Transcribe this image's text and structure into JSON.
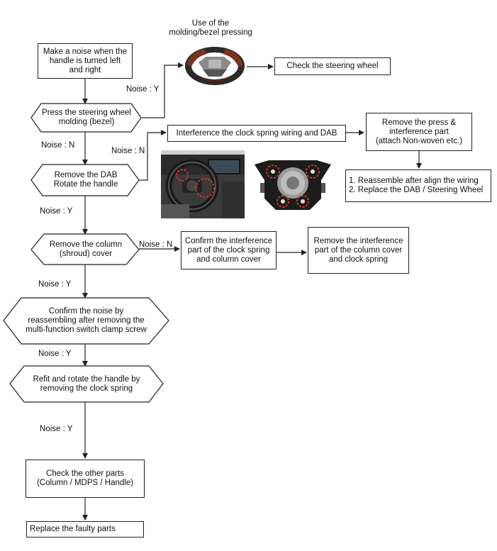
{
  "nodes": {
    "start": {
      "lines": [
        "Make a noise when the",
        "handle is turned left",
        "and right"
      ]
    },
    "press_molding": {
      "lines": [
        "Press the steering wheel",
        "molding (bezel)"
      ]
    },
    "remove_dab": {
      "lines": [
        "Remove the DAB",
        "Rotate the handle"
      ]
    },
    "remove_column": {
      "lines": [
        "Remove the column",
        "(shroud) cover"
      ]
    },
    "confirm_noise": {
      "lines": [
        "Confirm the noise by",
        "reassembling after removing the",
        "multi-function switch clamp screw"
      ]
    },
    "refit_rotate": {
      "lines": [
        "Refit and rotate the handle by",
        "removing the clock spring"
      ]
    },
    "check_other": {
      "lines": [
        "Check the other parts",
        "(Column / MDPS / Handle)"
      ]
    },
    "replace_faulty": {
      "lines": [
        "Replace the faulty parts"
      ]
    },
    "use_molding": {
      "lines": [
        "Use of the",
        "molding/bezel pressing"
      ]
    },
    "check_wheel": {
      "lines": [
        "Check the steering wheel"
      ]
    },
    "interference_dab": {
      "lines": [
        "Interference the clock spring wiring and DAB"
      ]
    },
    "remove_press": {
      "lines": [
        "Remove the press &",
        "interference part",
        "(attach Non-woven etc.)"
      ]
    },
    "reassemble": {
      "lines": [
        "1.  Reassemble after align the wiring",
        "2. Replace the DAB / Steering Wheel"
      ]
    },
    "confirm_interference": {
      "lines": [
        "Confirm the interference",
        "part of the clock spring",
        "and column cover"
      ]
    },
    "remove_interference": {
      "lines": [
        "Remove the interference",
        "part of the column cover",
        "and clock spring"
      ]
    }
  },
  "edge_labels": {
    "noise_y_1": "Noise : Y",
    "noise_n_1": "Noise : N",
    "noise_n_2": "Noise : N",
    "noise_y_2": "Noise : Y",
    "noise_n_3": "Noise : N",
    "noise_y_3": "Noise : Y",
    "noise_y_4": "Noise : Y",
    "noise_y_5": "Noise : Y"
  },
  "images": {
    "steering_wheel": "steering-wheel-photo",
    "dashboard": "dashboard-photo",
    "airbag_module": "airbag-module-photo"
  },
  "colors": {
    "line": "#222222",
    "highlight_circle": "#d0342c",
    "wood": "#7a3320"
  }
}
